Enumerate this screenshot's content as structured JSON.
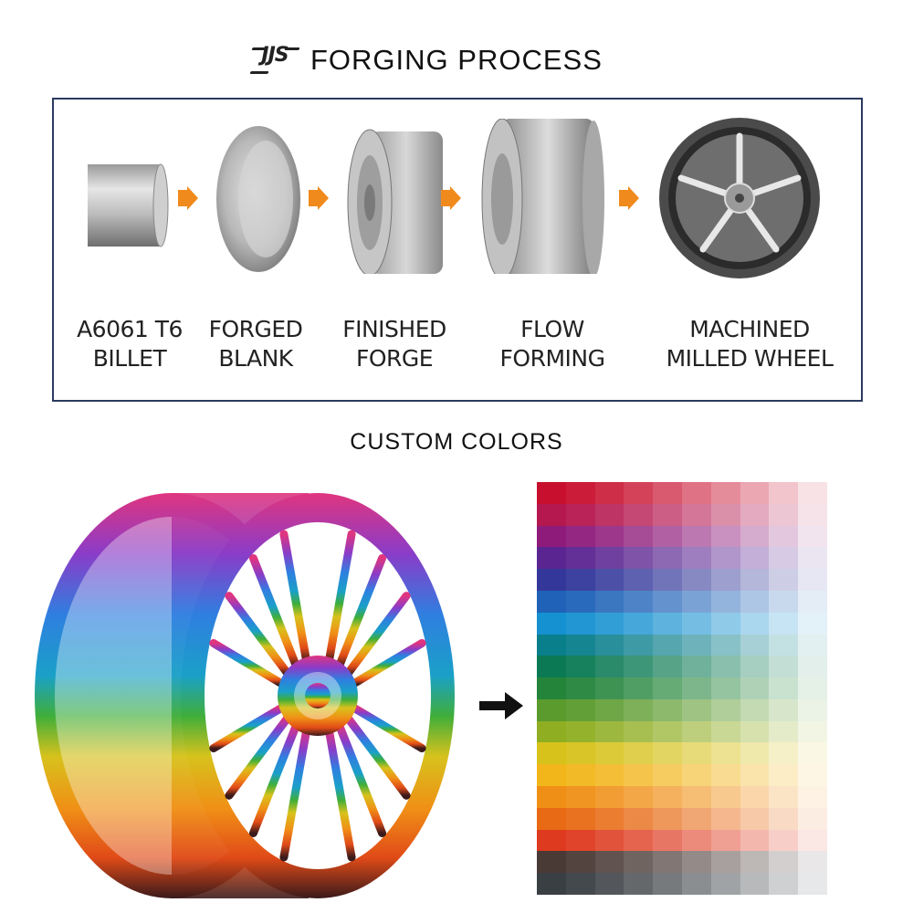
{
  "header": {
    "logo_text": "JJS",
    "title": "FORGING PROCESS"
  },
  "process": {
    "steps": [
      {
        "line1": "A6061 T6",
        "line2": "BILLET",
        "icon": "billet-icon"
      },
      {
        "line1": "FORGED",
        "line2": "BLANK",
        "icon": "forged-blank-icon"
      },
      {
        "line1": "FINISHED",
        "line2": "FORGE",
        "icon": "finished-forge-icon"
      },
      {
        "line1": "FLOW",
        "line2": "FORMING",
        "icon": "flow-forming-icon"
      },
      {
        "line1": "MACHINED",
        "line2": "MILLED WHEEL",
        "icon": "milled-wheel-icon"
      }
    ],
    "arrow_color": "#f08a1c",
    "border_color": "#2c3a5e"
  },
  "custom": {
    "title": "CUSTOM COLORS"
  },
  "palette": {
    "base_colors": [
      "#c8102e",
      "#b5174f",
      "#8e1b7a",
      "#5b2591",
      "#33379a",
      "#1f62b8",
      "#1590d0",
      "#0a7f8c",
      "#0b7a54",
      "#23843a",
      "#5b9a2c",
      "#8fae22",
      "#d7c21c",
      "#f2b61b",
      "#f08f16",
      "#e86a14",
      "#de3a1f",
      "#4a3a36",
      "#3a3f44"
    ]
  }
}
